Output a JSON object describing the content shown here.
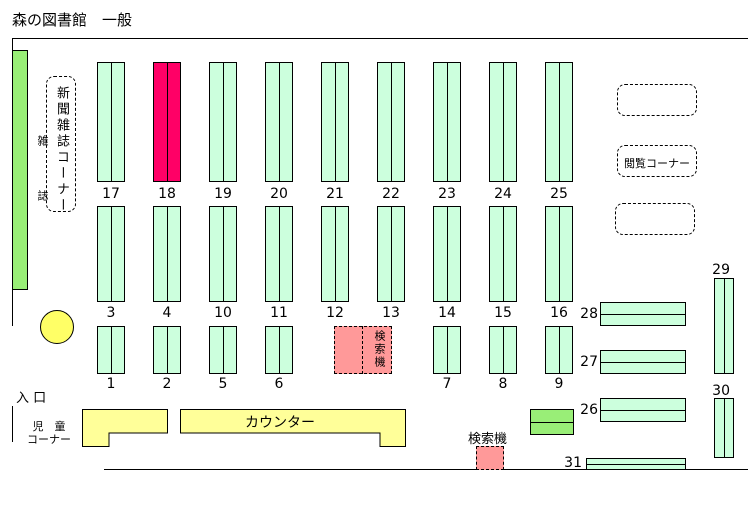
{
  "title": "森の図書館　一般",
  "shelves": {
    "row1": [
      "17",
      "18",
      "19",
      "20",
      "21",
      "22",
      "23",
      "24",
      "25"
    ],
    "row2": [
      "3",
      "4",
      "10",
      "11",
      "12",
      "13",
      "14",
      "15",
      "16"
    ],
    "row3_left": [
      "1",
      "2",
      "5",
      "6"
    ],
    "row3_right": [
      "7",
      "8",
      "9"
    ],
    "right": [
      "28",
      "27",
      "26",
      "29",
      "30",
      "31"
    ]
  },
  "highlighted_shelf": "18",
  "labels": {
    "newspaper_corner": "新聞雑誌コーナー",
    "magazine": "雑誌",
    "reading_corner": "閲覧コーナー",
    "search_terminal": "検索機",
    "search_terminal_2": "検索機",
    "entrance": "入 口",
    "children_corner": "児　童\nコーナー",
    "counter": "カウンター"
  },
  "colors": {
    "shelf": "#ccffdd",
    "highlight": "#ff0066",
    "counter": "#ffff99",
    "search": "#ff9999",
    "magazine_rack": "#99ee77",
    "pillar": "#ffff66"
  }
}
